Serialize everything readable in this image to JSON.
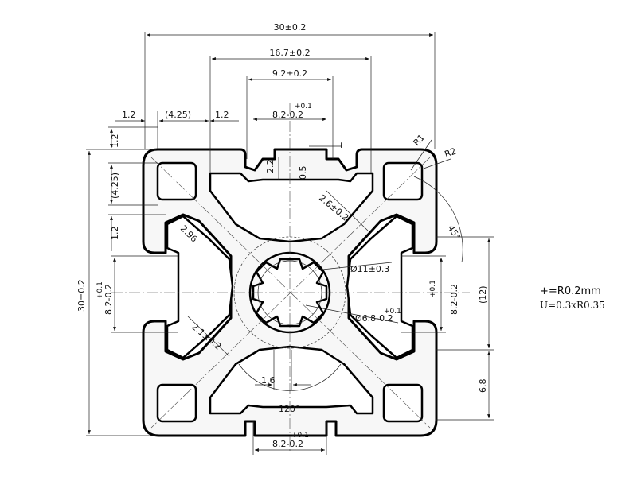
{
  "dimensions": {
    "overall_width": "30±0.2",
    "slot_outer_width": "16.7±0.2",
    "slot_inner_width": "9.2±0.2",
    "lip_width_left": "1.2",
    "slot_depth_label": "(4.25)",
    "lip_width_right": "1.2",
    "slot_opening_plus": "+0.1",
    "slot_opening_main": "8.2-0.2",
    "lip_height": "2.2",
    "lip_step": "0.5",
    "corner_radius_1": "R1",
    "corner_radius_2": "R2",
    "left_lip_top": "1.2",
    "left_depth": "(4.25)",
    "left_lip_bottom": "1.2",
    "web_thickness_upper": "2.6±0.2",
    "web_thickness_lower": "2.1±0.2",
    "angle_45": "45°",
    "core_diameter": "Ø11±0.3",
    "bore_diameter_main": "Ø6.8-0.2",
    "bore_diameter_plus": "+0.1",
    "inner_rib": "2.96",
    "overall_height": "30±0.2",
    "left_slot_plus": "+0.1",
    "left_slot_main": "8.2-0.2",
    "right_slot_plus": "+0.1",
    "right_slot_main": "8.2-0.2",
    "right_span": "(12)",
    "right_small": "6.8",
    "bottom_gap": "1.6",
    "angle_120": "120°",
    "bottom_slot_plus": "+0.1",
    "bottom_slot_main": "8.2-0.2"
  },
  "legend": {
    "line1": "+=R0.2mm",
    "line2": "U=0.3xR0.35"
  }
}
